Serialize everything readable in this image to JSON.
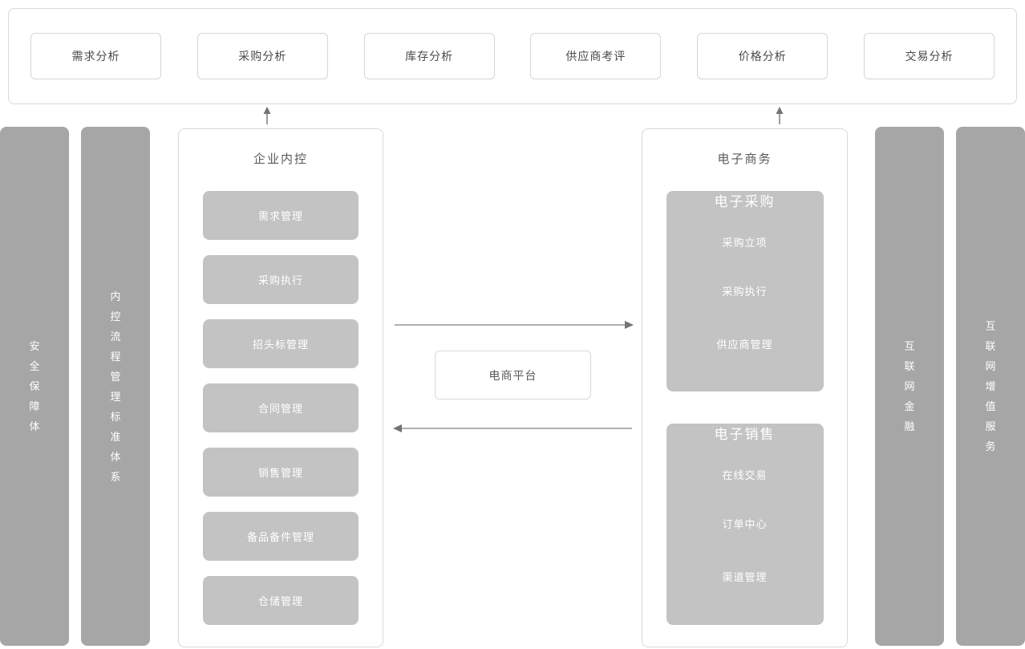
{
  "colors": {
    "pillar_bg": "#a6a6a6",
    "block_bg": "#c3c3c3",
    "panel_border": "#d9d9d9",
    "node_text": "#4a4a4a",
    "title_text": "#595959",
    "white_text": "#ffffff",
    "arrow": "#7f7f7f"
  },
  "analytics_panel": {
    "nodes": [
      "需求分析",
      "采购分析",
      "库存分析",
      "供应商考评",
      "价格分析",
      "交易分析"
    ]
  },
  "pillars": {
    "left": [
      "安全保障体",
      "内控流程管理标准体系"
    ],
    "right": [
      "互联网金融",
      "互联网增值服务"
    ]
  },
  "internal_control": {
    "title": "企业内控",
    "items": [
      "需求管理",
      "采购执行",
      "招头标管理",
      "合同管理",
      "销售管理",
      "备品备件管理",
      "仓储管理"
    ]
  },
  "platform": {
    "label": "电商平台"
  },
  "ecommerce": {
    "title": "电子商务",
    "blocks": [
      {
        "title": "电子采购",
        "items": [
          "采购立项",
          "采购执行",
          "供应商管理"
        ]
      },
      {
        "title": "电子销售",
        "items": [
          "在线交易",
          "订单中心",
          "渠道管理"
        ]
      }
    ]
  }
}
